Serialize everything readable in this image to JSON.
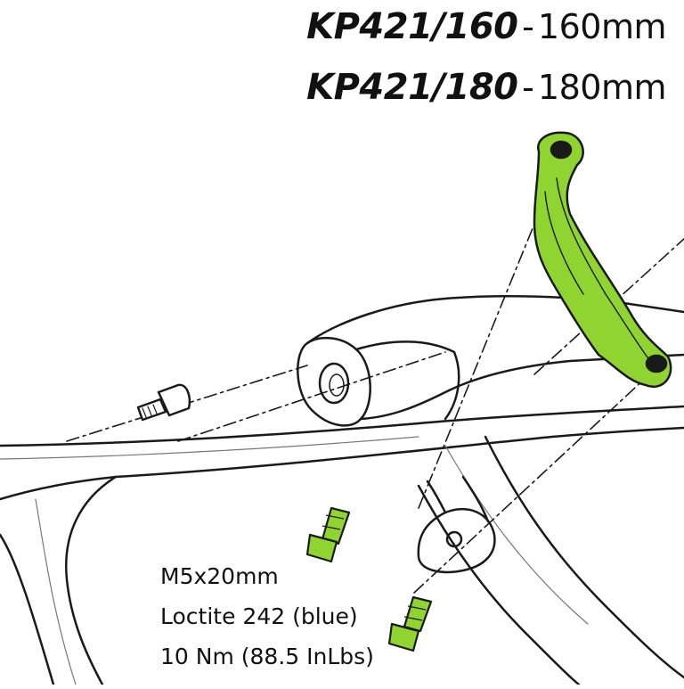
{
  "parts": [
    {
      "code": "KP421/160",
      "separator": "-",
      "size": "160mm"
    },
    {
      "code": "KP421/180",
      "separator": "-",
      "size": "180mm"
    }
  ],
  "bolt_spec": {
    "size": "M5x20mm",
    "threadlocker": "Loctite 242 (blue)",
    "torque": "10 Nm (88.5 InLbs)"
  },
  "colors": {
    "part_highlight": "#8fd430",
    "line": "#1a1a1a",
    "background": "#ffffff"
  }
}
